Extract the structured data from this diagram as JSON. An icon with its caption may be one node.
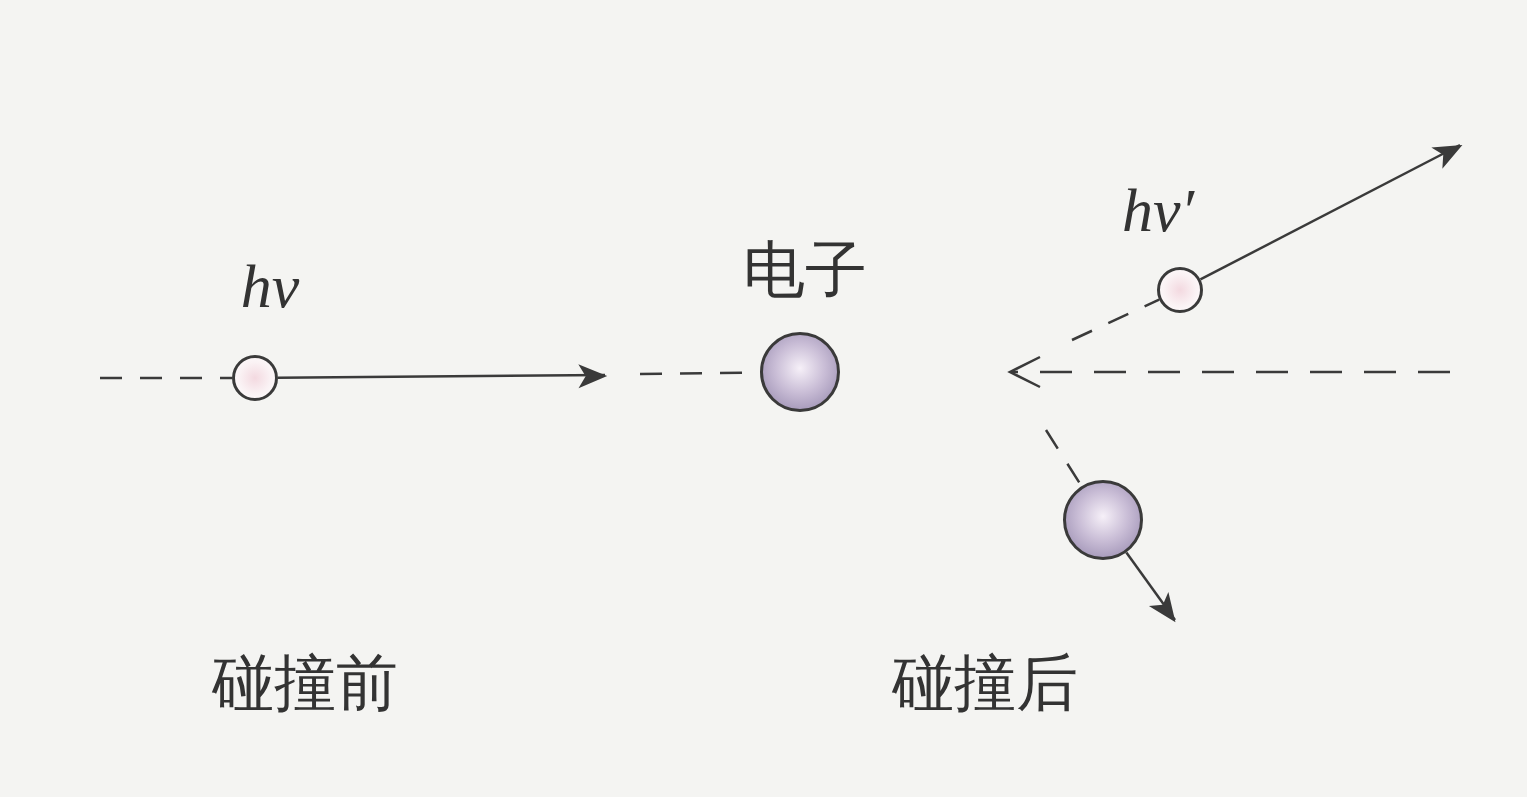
{
  "diagram": {
    "nodes": [
      {
        "text": [
          "hν"
        ]
      },
      {
        "text": [
          "电子"
        ]
      },
      {
        "text": [
          "hν′"
        ]
      },
      {
        "text": [],
        "shape": "circle"
      }
    ],
    "edges": [
      {
        "from": 0,
        "to": null,
        "arrow": "to"
      },
      {
        "from": null,
        "to": 0,
        "arrow": "none",
        "style": "dashed"
      },
      {
        "from": null,
        "to": 1,
        "arrow": "none",
        "style": "dashed"
      },
      {
        "from": null,
        "to": 2,
        "arrow": "none",
        "style": "dashed"
      },
      {
        "from": null,
        "to": 3,
        "arrow": "none",
        "style": "dashed"
      },
      {
        "from": 2,
        "to": null,
        "arrow": "to"
      },
      {
        "from": 3,
        "to": null,
        "arrow": "to"
      }
    ],
    "labels": [
      "碰撞前",
      "碰撞后"
    ]
  }
}
